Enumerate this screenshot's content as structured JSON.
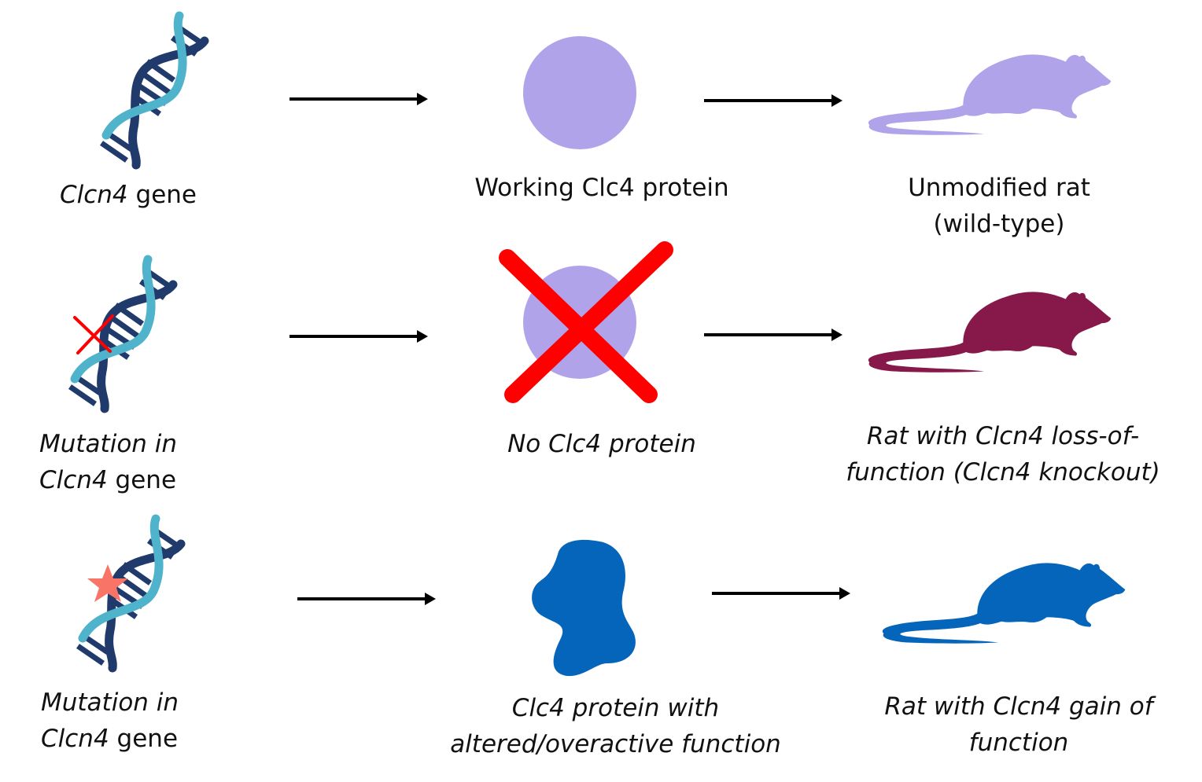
{
  "colors": {
    "dna_dark": "#1f3a6b",
    "dna_light": "#4fb3cc",
    "protein_wt": "#b0a3ea",
    "rat_wt": "#b0a3ea",
    "rat_ko": "#87184a",
    "protein_gof": "#0465bb",
    "rat_gof": "#0465bb",
    "cross": "#ff0000",
    "star": "#f77467",
    "arrow": "#000000"
  },
  "rows": [
    {
      "gene": {
        "italic": "Clcn4",
        "plain": " gene"
      },
      "protein": {
        "line1": "Working Clc4 protein"
      },
      "rat": {
        "line1": "Unmodified rat",
        "line2": "(wild-type)"
      }
    },
    {
      "gene": {
        "line1": "Mutation in",
        "italic": "Clcn4",
        "plain": " gene"
      },
      "protein": {
        "line1": "No Clc4 protein"
      },
      "rat": {
        "line1": "Rat with Clcn4 loss-of-",
        "line2": "function (Clcn4 knockout)"
      }
    },
    {
      "gene": {
        "line1": "Mutation in",
        "italic": "Clcn4",
        "plain": " gene"
      },
      "protein": {
        "line1": "Clc4 protein with",
        "line2": "altered/overactive function"
      },
      "rat": {
        "line1": "Rat with Clcn4 gain of",
        "line2": "function"
      }
    }
  ]
}
